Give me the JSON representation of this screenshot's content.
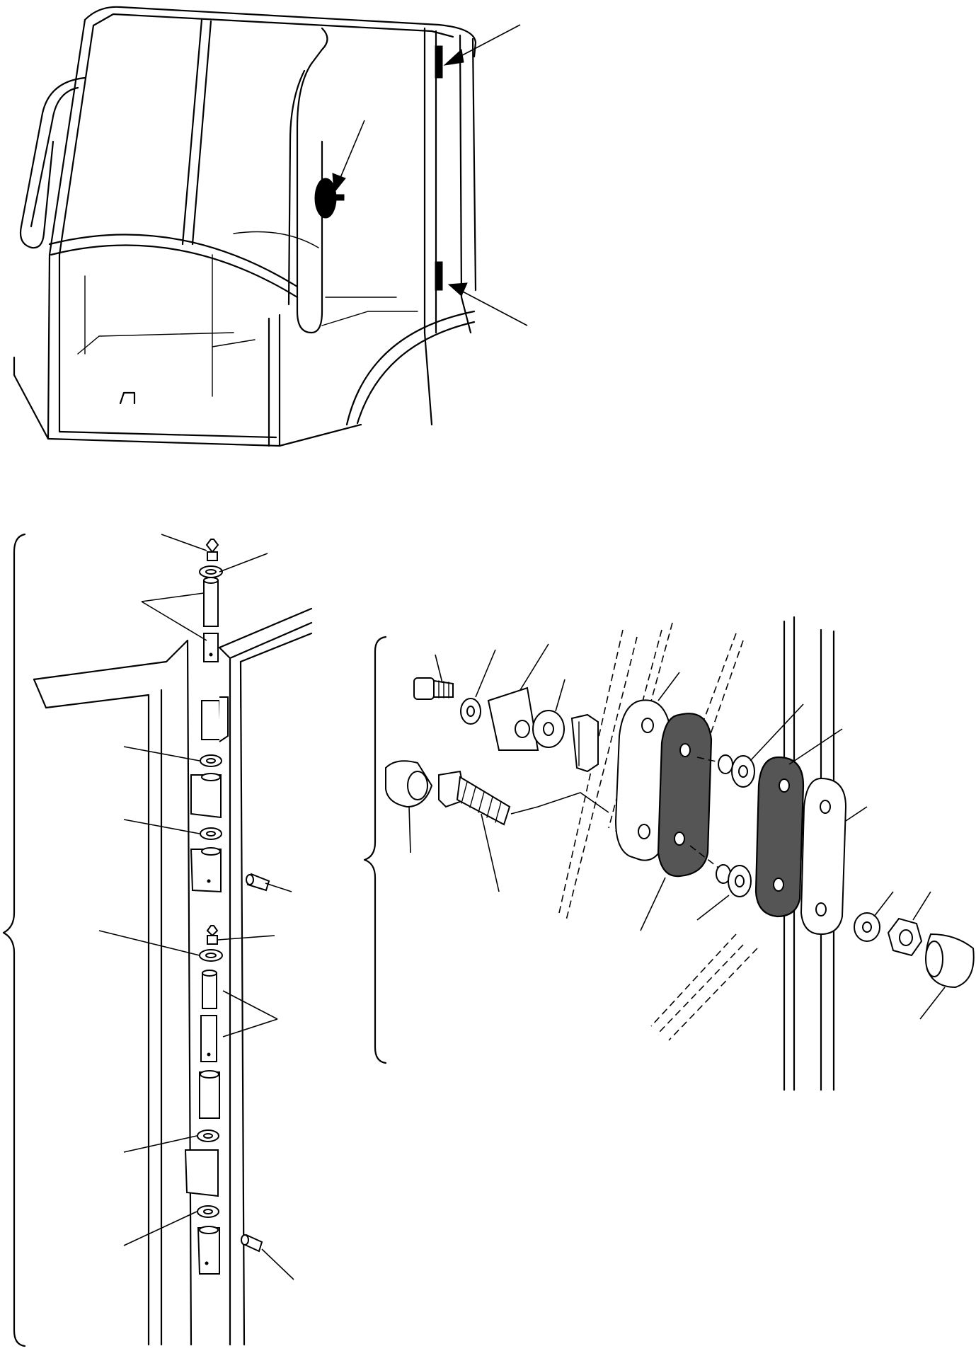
{
  "figure": {
    "views": [
      {
        "id": "cab-overview",
        "label": ""
      },
      {
        "id": "hinge-assembly",
        "label": ""
      },
      {
        "id": "door-stop-assembly",
        "label": ""
      }
    ],
    "callout_numbers": [],
    "arrow_targets": [
      "upper-hinge",
      "door-handle-stop",
      "lower-hinge"
    ]
  }
}
